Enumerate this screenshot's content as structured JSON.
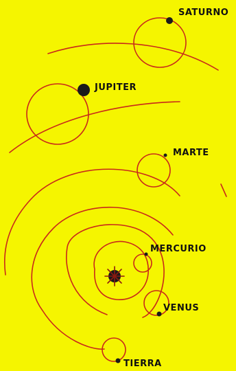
{
  "diagram": {
    "background_color": "#f5f500",
    "line_color": "#c8281a",
    "planet_color": "#1a1a1a",
    "labels": {
      "saturno": "SATURNO",
      "jupiter": "JUPITER",
      "marte": "MARTE",
      "mercurio": "MERCURIO",
      "venus": "VENUS",
      "tierra": "TIERRA"
    }
  }
}
